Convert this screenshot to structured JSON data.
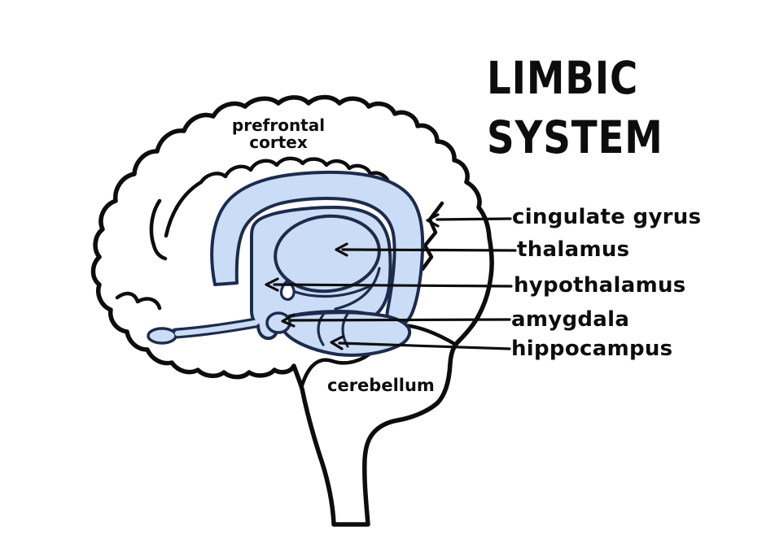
{
  "title": {
    "line1": "LIMBIC",
    "line2": "SYSTEM"
  },
  "region_labels": {
    "prefrontal_cortex_line1": "prefrontal",
    "prefrontal_cortex_line2": "cortex",
    "cerebellum": "cerebellum"
  },
  "labels": [
    {
      "id": "cingulate-gyrus",
      "label": "cingulate gyrus"
    },
    {
      "id": "thalamus",
      "label": "thalamus"
    },
    {
      "id": "hypothalamus",
      "label": "hypothalamus"
    },
    {
      "id": "amygdala",
      "label": "amygdala"
    },
    {
      "id": "hippocampus",
      "label": "hippocampus"
    }
  ],
  "colors": {
    "background": "#ffffff",
    "brain_outline": "#0d0d0d",
    "limbic_fill": "#cbdcf6",
    "limbic_outline": "#1d2b4d",
    "text": "#0d0d0d"
  }
}
